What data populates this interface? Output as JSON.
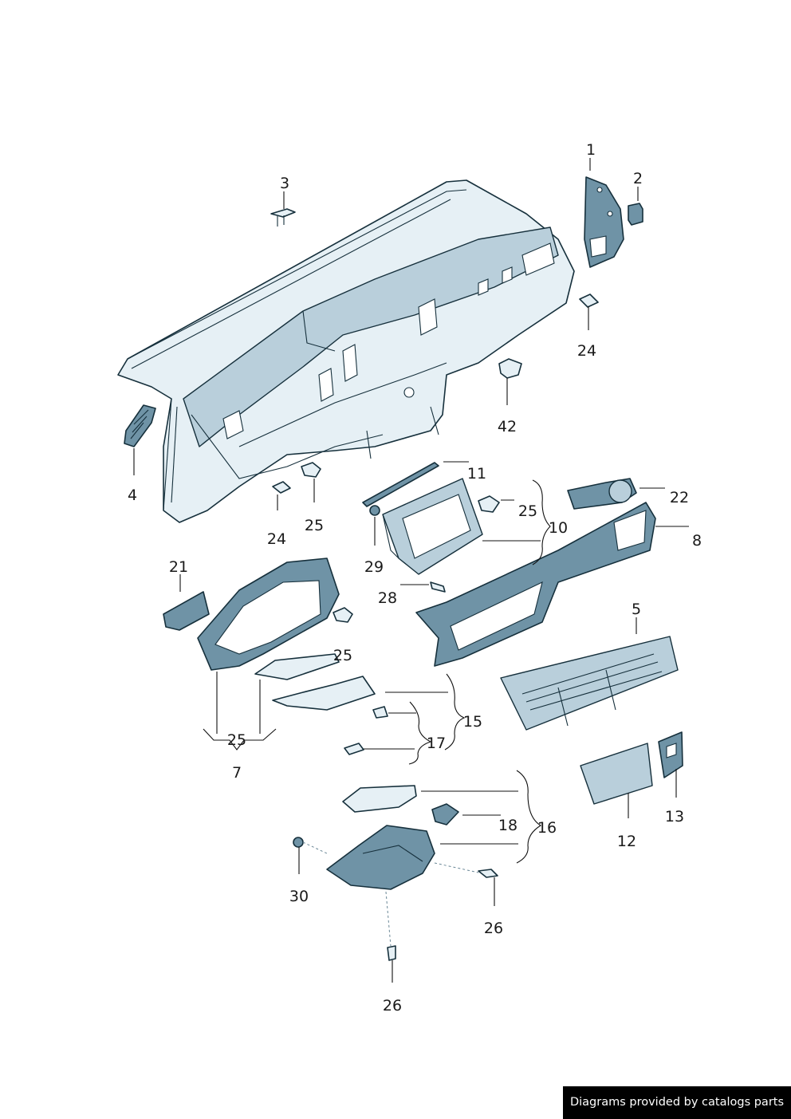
{
  "diagram": {
    "callouts": [
      "1",
      "2",
      "3",
      "4",
      "5",
      "7",
      "8",
      "10",
      "11",
      "12",
      "13",
      "15",
      "16",
      "17",
      "18",
      "21",
      "22",
      "24",
      "24",
      "25",
      "25",
      "25",
      "25",
      "26",
      "26",
      "28",
      "29",
      "30",
      "42"
    ]
  },
  "credit": {
    "text": "Diagrams provided by catalogs parts",
    "background": "#000000",
    "color": "#ffffff"
  },
  "colors": {
    "part_fill": "#e6f0f5",
    "part_dark": "#6f93a6",
    "outline": "#16303c"
  }
}
